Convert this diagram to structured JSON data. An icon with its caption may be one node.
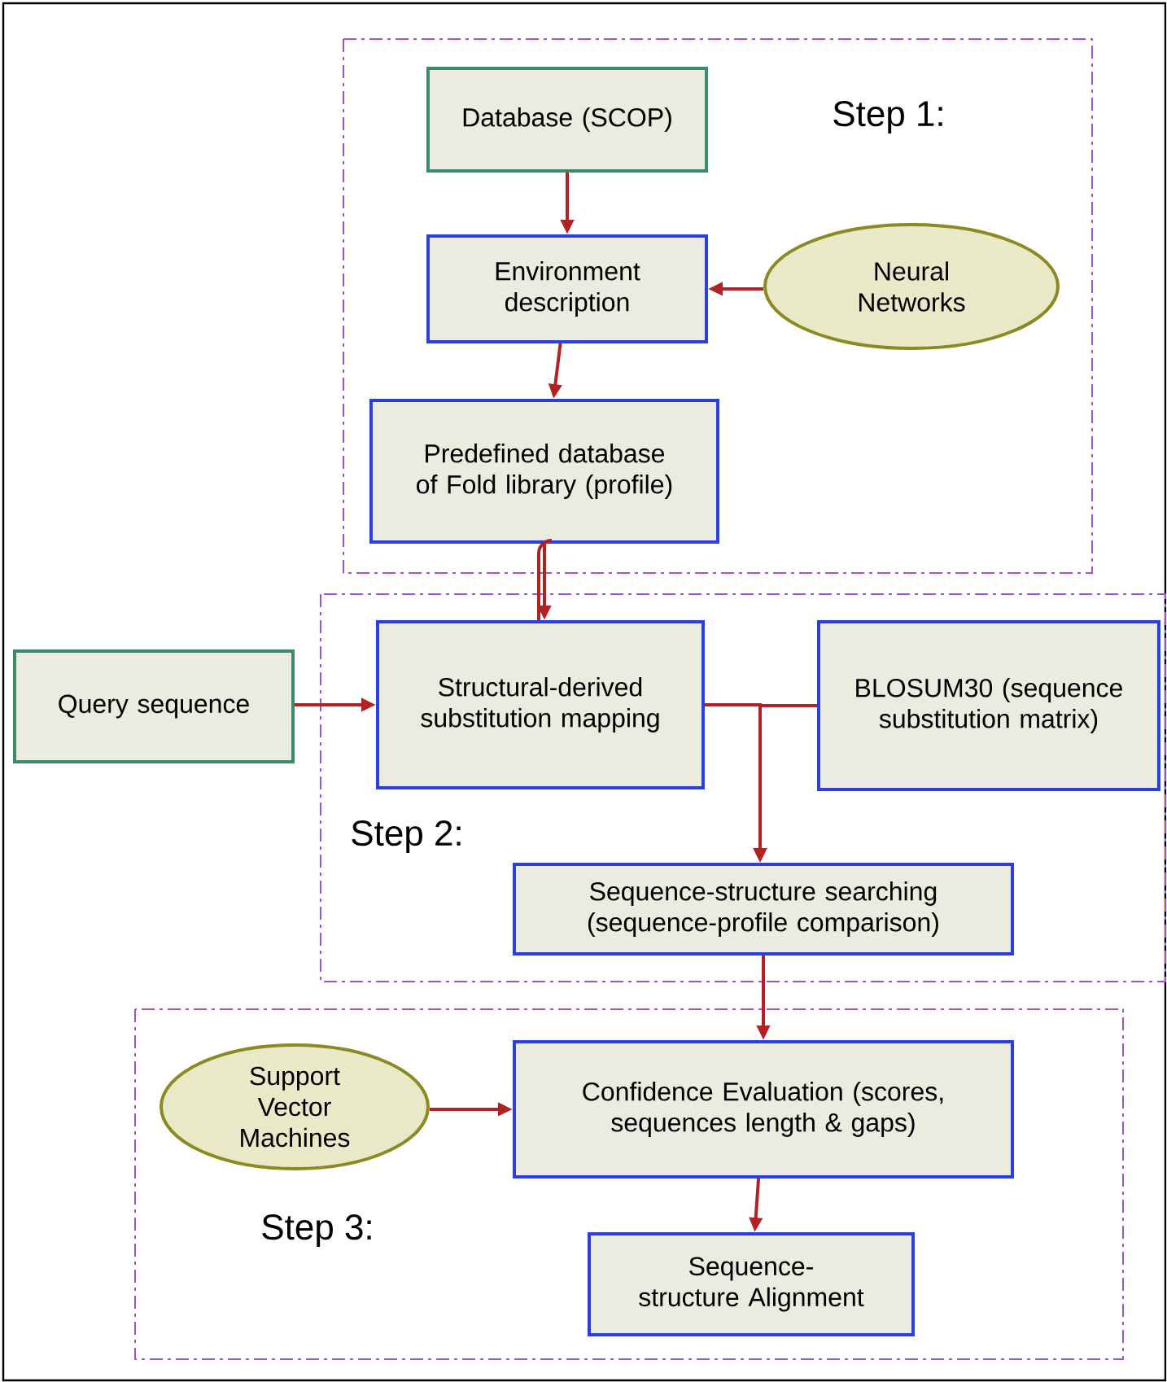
{
  "diagram": {
    "nodes": [
      {
        "text": [
          "Step 1:"
        ]
      },
      {
        "text": [
          "Database (SCOP)"
        ],
        "in": 0
      },
      {
        "text": [
          "Environment description"
        ],
        "in": 0
      },
      {
        "text": [
          "Neural Networks"
        ],
        "in": 0
      },
      {
        "text": [
          "Predefined database of Fold library (profile)"
        ],
        "in": 0
      },
      {
        "text": [
          "Step 2:"
        ]
      },
      {
        "text": [
          "Query sequence"
        ]
      },
      {
        "text": [
          "Structural-derived substitution mapping"
        ],
        "in": 5
      },
      {
        "text": [
          "BLOSUM30 (sequence substitution matrix)"
        ],
        "in": 5
      },
      {
        "text": [
          "Sequence-structure searching (sequence-profile comparison)"
        ],
        "in": 5
      },
      {
        "text": [
          "Step 3:"
        ]
      },
      {
        "text": [
          "Support Vector Machines"
        ],
        "in": 10
      },
      {
        "text": [
          "Confidence Evaluation (scores, sequences length & gaps)"
        ],
        "in": 10
      },
      {
        "text": [
          "Sequence-structure Alignment"
        ],
        "in": 10
      }
    ],
    "edges": [
      {
        "from": 1,
        "to": 2,
        "arrow": "to"
      },
      {
        "from": 3,
        "to": 2,
        "arrow": "to"
      },
      {
        "from": 2,
        "to": 4,
        "arrow": "to"
      },
      {
        "from": 7,
        "to": 4,
        "arrow": "none"
      },
      {
        "from": 4,
        "to": 7,
        "arrow": "to"
      },
      {
        "from": 6,
        "to": 7,
        "arrow": "to"
      },
      {
        "from": 7,
        "to": 9,
        "arrow": "to"
      },
      {
        "from": 8,
        "to": 9,
        "arrow": "to"
      },
      {
        "from": 9,
        "to": 12,
        "arrow": "to"
      },
      {
        "from": 11,
        "to": 12,
        "arrow": "to"
      },
      {
        "from": 12,
        "to": 13,
        "arrow": "to"
      }
    ]
  }
}
